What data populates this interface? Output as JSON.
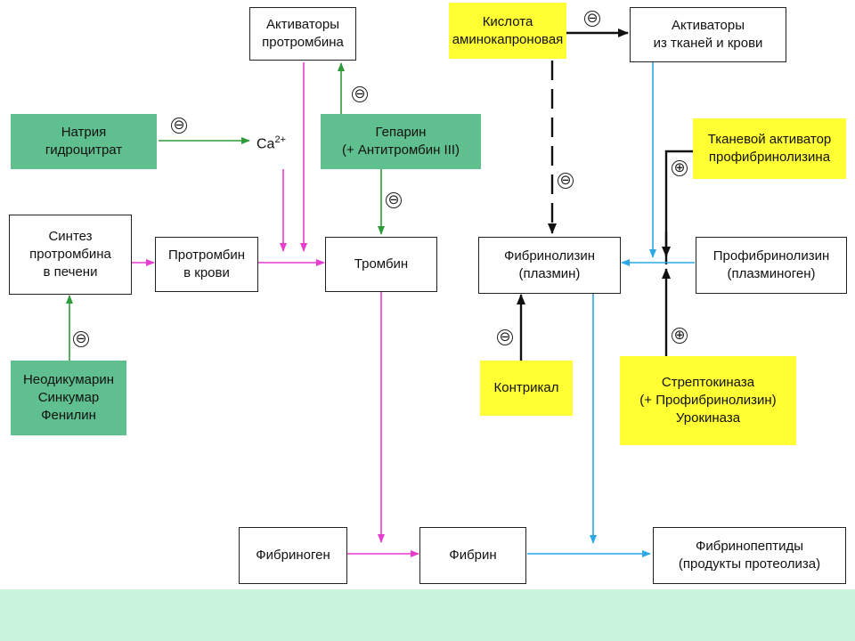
{
  "colors": {
    "green_box": "#5fbf8f",
    "yellow_box": "#ffff33",
    "magenta_arrow": "#e63ccf",
    "blue_arrow": "#2aa9e6",
    "green_arrow": "#2e9b3a",
    "black_arrow": "#111111",
    "footer_band": "#c8f5dc"
  },
  "nodes": {
    "prothrombin_activators": "Активаторы\nпротромбина",
    "sodium_hydrocitrate": "Натрия\nгидроцитрат",
    "heparin": "Гепарин\n(+ Антитромбин III)",
    "calcium": {
      "base": "Ca",
      "sup": "2+"
    },
    "prothrombin_synthesis": "Синтез\nпротромбина\nв печени",
    "prothrombin_blood": "Протромбин\nв крови",
    "thrombin": "Тромбин",
    "anticoagulants": "Неодикумарин\nСинкумар\nФенилин",
    "aminocaproic_acid": "Кислота\nаминокапроновая",
    "tissue_blood_activators": "Активаторы\nиз тканей и крови",
    "tissue_activator": "Тканевой активатор\nпрофибринолизина",
    "fibrinolysin": "Фибринолизин\n(плазмин)",
    "profibrinolysin": "Профибринолизин\n(плазминоген)",
    "contrical": "Контрикал",
    "streptokinase": "Стрептокиназа\n(+ Профибринолизин)\nУрокиназа",
    "fibrinogen": "Фибриноген",
    "fibrin": "Фибрин",
    "fibrinopeptides": "Фибринопептиды\n(продукты протеолиза)"
  },
  "signs": {
    "minus": "⊖",
    "plus": "⊕"
  }
}
